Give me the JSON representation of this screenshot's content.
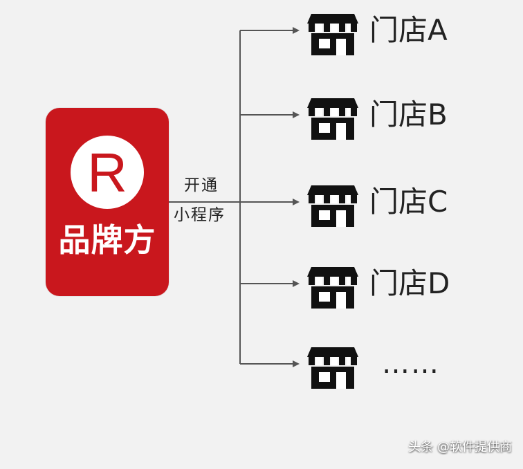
{
  "brand": {
    "mark": "R",
    "name": "品牌方",
    "color": "#c9171d"
  },
  "connector": {
    "label_line1": "开通",
    "label_line2": "小程序"
  },
  "stores": [
    {
      "label": "门店A",
      "icon": "store-icon"
    },
    {
      "label": "门店B",
      "icon": "store-icon"
    },
    {
      "label": "门店C",
      "icon": "store-icon"
    },
    {
      "label": "门店D",
      "icon": "store-icon"
    },
    {
      "label": "……",
      "icon": "store-icon"
    }
  ],
  "watermark": "头条 @软件提供商",
  "colors": {
    "background": "#f2f2f2",
    "line": "#555555",
    "icon": "#111111",
    "text": "#222222"
  }
}
